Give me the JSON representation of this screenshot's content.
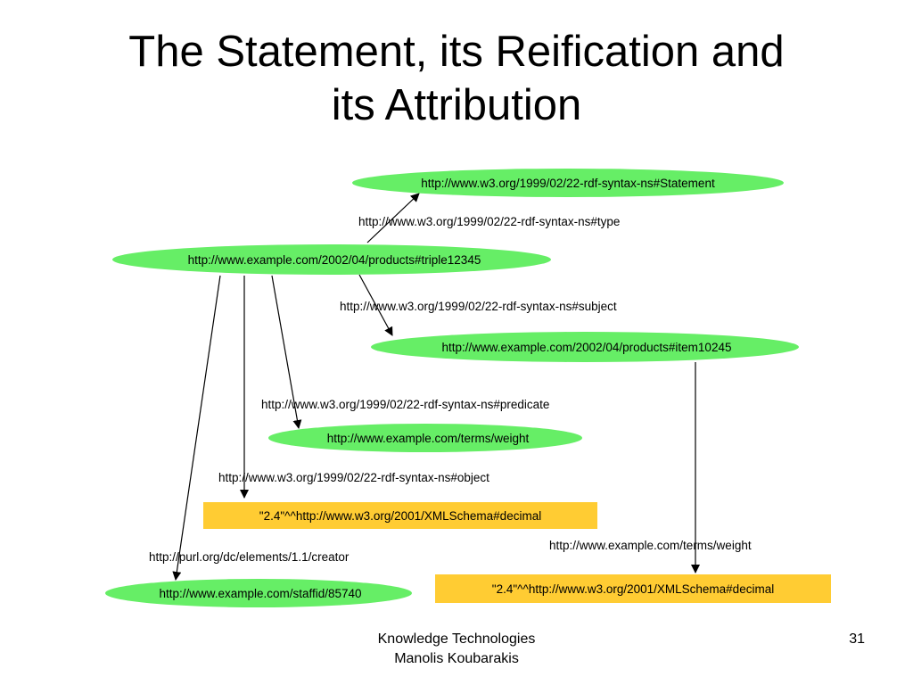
{
  "title": {
    "line1": "The Statement, its Reification and",
    "line2": "its Attribution"
  },
  "colors": {
    "resource_node": "#66ee66",
    "literal_node": "#ffcc33",
    "edge": "#000000"
  },
  "diagram": {
    "nodes": {
      "statement": "http://www.w3.org/1999/02/22-rdf-syntax-ns#Statement",
      "triple": "http://www.example.com/2002/04/products#triple12345",
      "item": "http://www.example.com/2002/04/products#item10245",
      "weight": "http://www.example.com/terms/weight",
      "literal1": "\"2.4\"^^http://www.w3.org/2001/XMLSchema#decimal",
      "staff": "http://www.example.com/staffid/85740",
      "literal2": "\"2.4\"^^http://www.w3.org/2001/XMLSchema#decimal"
    },
    "edges": {
      "type": "http://www.w3.org/1999/02/22-rdf-syntax-ns#type",
      "subject": "http://www.w3.org/1999/02/22-rdf-syntax-ns#subject",
      "predicate": "http://www.w3.org/1999/02/22-rdf-syntax-ns#predicate",
      "object": "http://www.w3.org/1999/02/22-rdf-syntax-ns#object",
      "creator": "http://purl.org/dc/elements/1.1/creator",
      "item_weight": "http://www.example.com/terms/weight"
    }
  },
  "footer": {
    "line1": "Knowledge Technologies",
    "line2": "Manolis Koubarakis",
    "page_number": "31"
  }
}
